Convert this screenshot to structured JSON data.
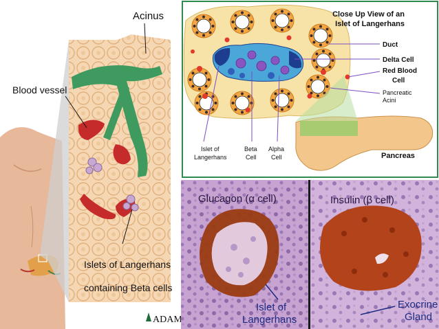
{
  "left_panel": {
    "acinus_label": "Acinus",
    "blood_vessel_label": "Blood vessel",
    "islets_label_line1": "Islets of Langerhans",
    "islets_label_line2": "containing Beta cells",
    "logo_text": "ADAM."
  },
  "top_right_panel": {
    "title_line1": "Close Up View of an",
    "title_line2": "Islet of Langerhans",
    "duct_label": "Duct",
    "delta_label": "Delta Cell",
    "rbc_line1": "Red Blood",
    "rbc_line2": "Cell",
    "acini_line1": "Pancreatic",
    "acini_line2": "Acini",
    "islet_line1": "Islet of",
    "islet_line2": "Langerhans",
    "beta_line1": "Beta",
    "beta_line2": "Cell",
    "alpha_line1": "Alpha",
    "alpha_line2": "Cell",
    "pancreas_label": "Pancreas"
  },
  "bottom_left_panel": {
    "title": "Glucagon (α cell)",
    "label_line1": "Islet of",
    "label_line2": "Langerhans"
  },
  "bottom_right_panel": {
    "title": "Insulin (β cell)",
    "label_line1": "Exocrine",
    "label_line2": "Gland"
  },
  "colors": {
    "vessel_green": "#3f9a5f",
    "blood_red": "#c62b2b",
    "acinus_tan": "#f0c48a",
    "islet_blue": "#4aa7d8",
    "beta_purple": "#8a55c0",
    "alpha_navy": "#1d3d8f",
    "stain_brown": "#9a3c12",
    "tissue_purple": "#c8a6d6"
  }
}
